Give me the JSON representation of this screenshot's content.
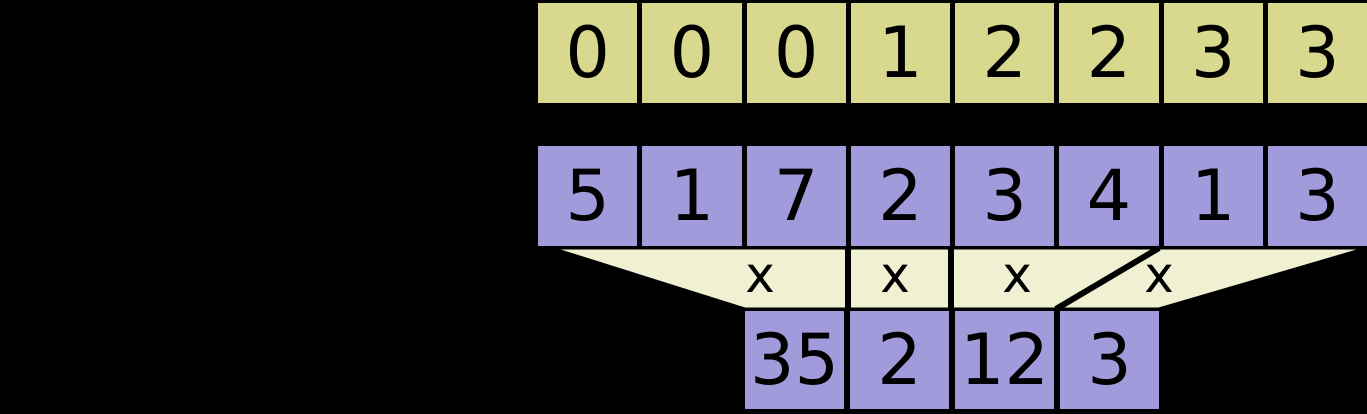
{
  "colors": {
    "background": "#000000",
    "keys_fill": "#d8d98f",
    "values_fill": "#a29bdb",
    "band_fill": "#f0f0d2",
    "text": "#000000"
  },
  "rows": {
    "keys": {
      "cells": [
        "0",
        "0",
        "0",
        "1",
        "2",
        "2",
        "3",
        "3"
      ]
    },
    "values": {
      "cells": [
        "5",
        "1",
        "7",
        "2",
        "3",
        "4",
        "1",
        "3"
      ]
    },
    "results": {
      "cells": [
        "35",
        "2",
        "12",
        "3"
      ]
    }
  },
  "band": {
    "labels": [
      "x",
      "x",
      "x",
      "x"
    ]
  }
}
